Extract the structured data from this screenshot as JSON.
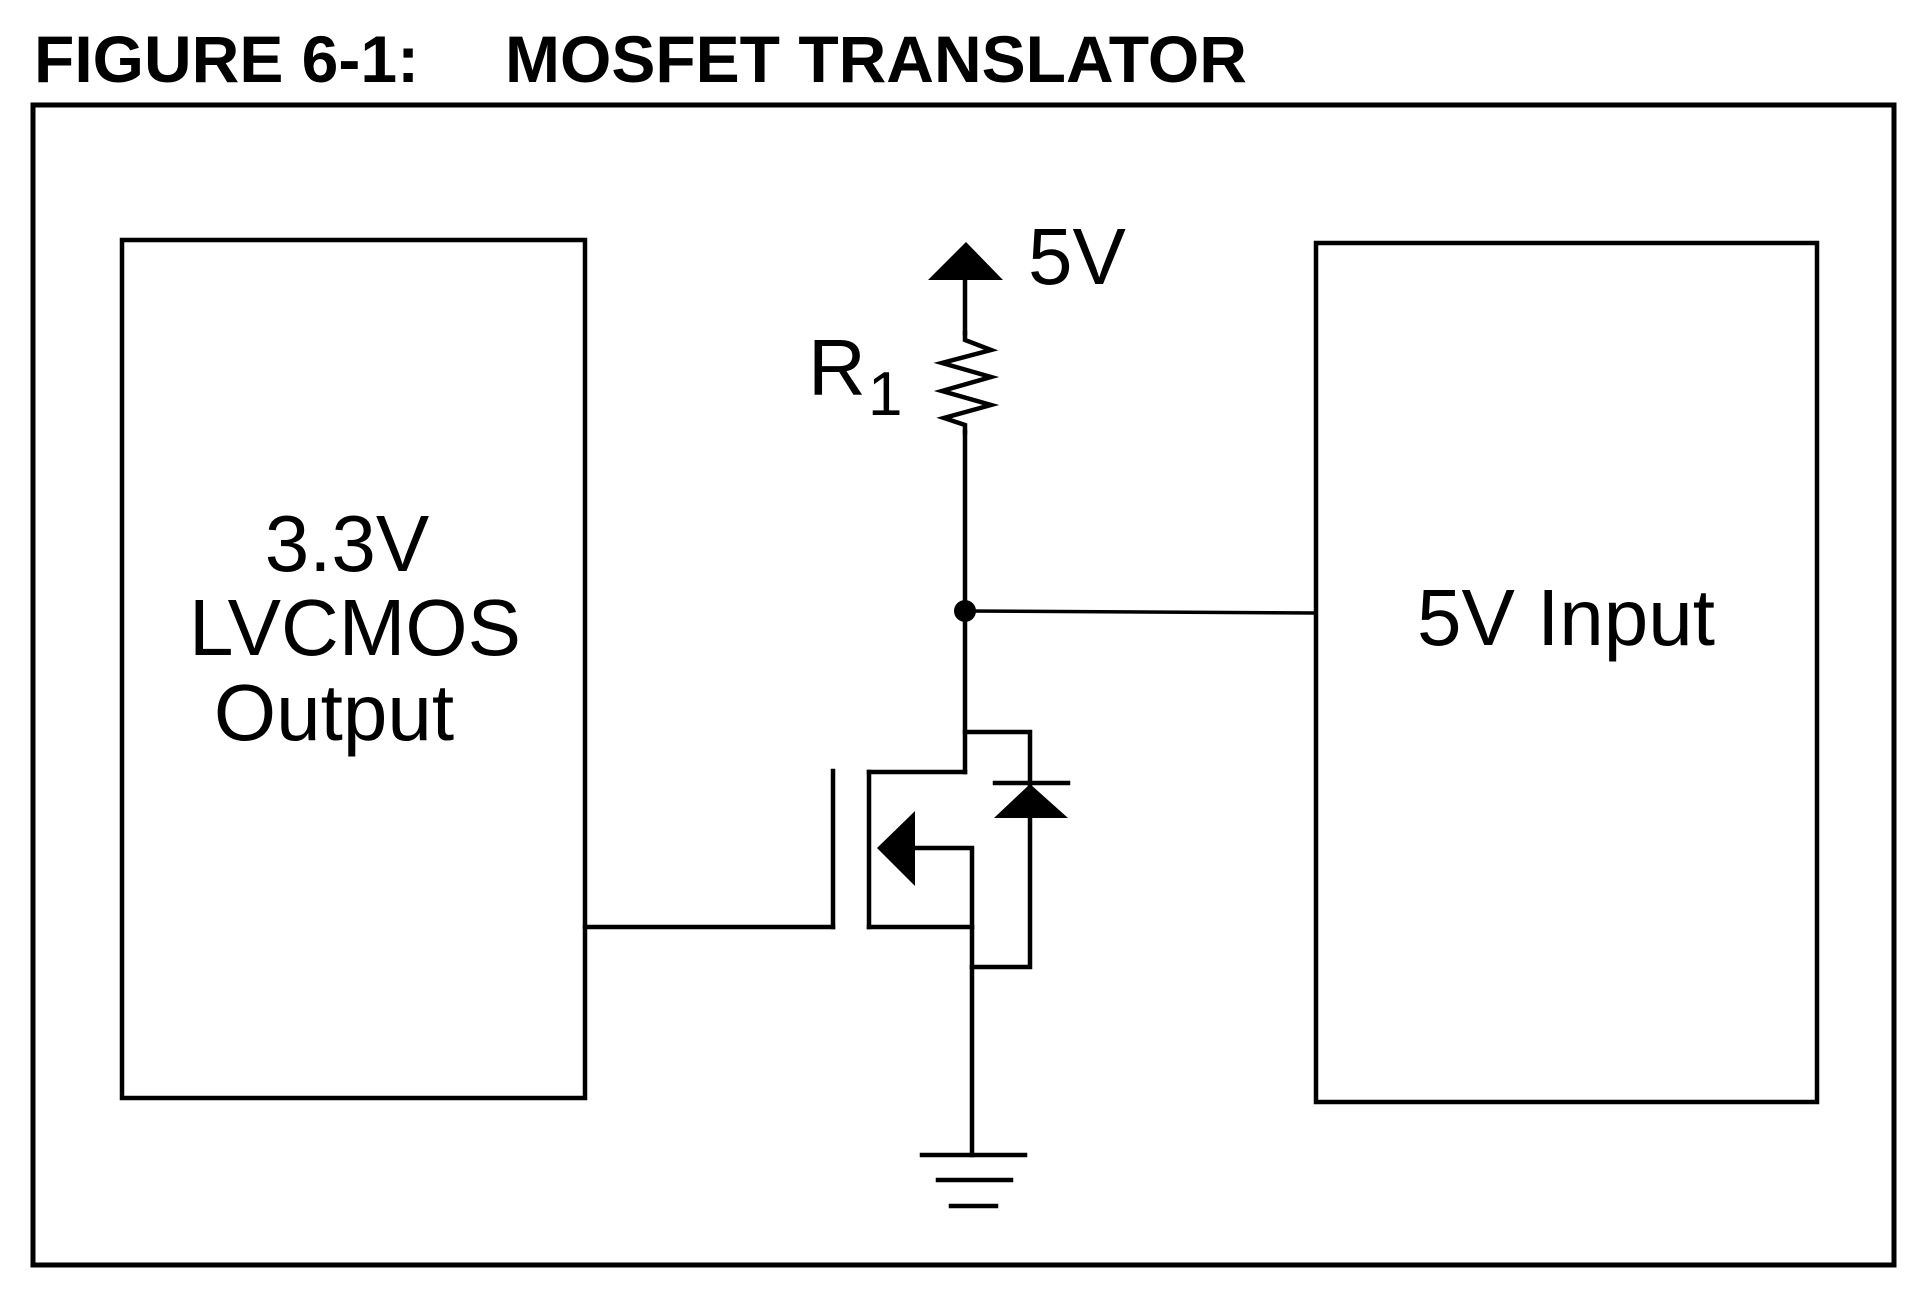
{
  "figure": {
    "number_label": "FIGURE 6-1:",
    "title": "MOSFET TRANSLATOR"
  },
  "blocks": {
    "left": {
      "lines": [
        "3.3V",
        "LVCMOS",
        "Output"
      ]
    },
    "right": {
      "lines": [
        "5V Input"
      ]
    }
  },
  "components": {
    "supply": {
      "label": "5V",
      "icon": "supply-arrow-icon"
    },
    "resistor": {
      "label": "R",
      "subscript": "1",
      "icon": "resistor-icon"
    },
    "transistor": {
      "type": "N-channel MOSFET",
      "icon": "mosfet-icon"
    },
    "body_diode": {
      "icon": "diode-icon"
    },
    "ground": {
      "icon": "ground-icon"
    },
    "junction": {
      "icon": "junction-dot-icon"
    }
  }
}
